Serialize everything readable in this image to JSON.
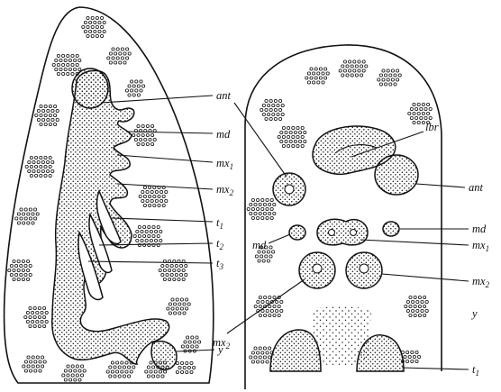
{
  "labels": {
    "left": {
      "ant": {
        "text": "ant"
      },
      "md": {
        "text": "md"
      },
      "mx1": {
        "text": "mx",
        "sub": "1"
      },
      "mx2": {
        "text": "mx",
        "sub": "2"
      },
      "t1": {
        "text": "t",
        "sub": "1"
      },
      "t2": {
        "text": "t",
        "sub": "2"
      },
      "t3": {
        "text": "t",
        "sub": "3"
      },
      "y": {
        "text": "y"
      }
    },
    "right": {
      "lbr": {
        "text": "lbr"
      },
      "ant": {
        "text": "ant"
      },
      "md_left": {
        "text": "md"
      },
      "md_right": {
        "text": "md"
      },
      "mx1": {
        "text": "mx",
        "sub": "1"
      },
      "mx2_left": {
        "text": "mx",
        "sub": "2"
      },
      "mx2_right": {
        "text": "mx",
        "sub": "2"
      },
      "y": {
        "text": "y"
      },
      "t1": {
        "text": "t",
        "sub": "1"
      }
    }
  },
  "colors": {
    "ink": "#111111",
    "paper": "#ffffff"
  }
}
